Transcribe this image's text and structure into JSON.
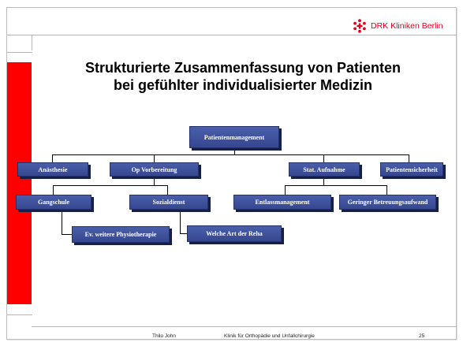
{
  "header": {
    "logo_text": "DRK Kliniken Berlin",
    "brand_color": "#e3001b"
  },
  "title": {
    "line1": "Strukturierte Zusammenfassung von Patienten",
    "line2": "bei gefühlter individualisierter Medizin"
  },
  "org_chart": {
    "root": "Patientenmanagement",
    "level1": [
      "Anästhesie",
      "Op Vorbereitung",
      "Stat. Aufnahme",
      "Patientensicherheit"
    ],
    "level2_left": [
      "Gangschule",
      "Sozialdienst"
    ],
    "level2_right": [
      "Entlassmanagement",
      "Geringer Betreuungsaufwand"
    ],
    "level3": [
      "Ev. weitere Physiotherapie",
      "Welche Art der Reha"
    ],
    "box_color": "#3e50a0"
  },
  "footer": {
    "author": "Thilo John",
    "clinic": "Klinik für Orthopädie und Unfallchirurgie",
    "page_number": "25"
  },
  "colors": {
    "accent_bar": "#ff0000"
  }
}
